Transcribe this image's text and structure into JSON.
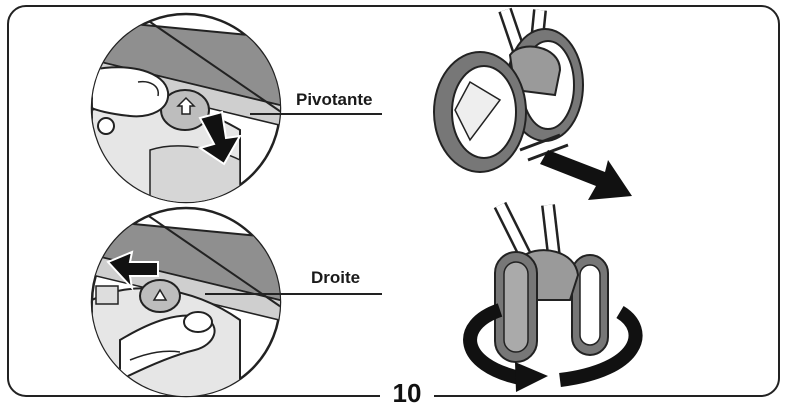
{
  "labels": {
    "swivel": "Pivotante",
    "straight": "Droite"
  },
  "page_number": "10",
  "colors": {
    "frame": "#222222",
    "detail_gray": "#8a8a8a",
    "light_gray": "#d4d4d4",
    "tire": "#777777",
    "arrow": "#111111"
  }
}
